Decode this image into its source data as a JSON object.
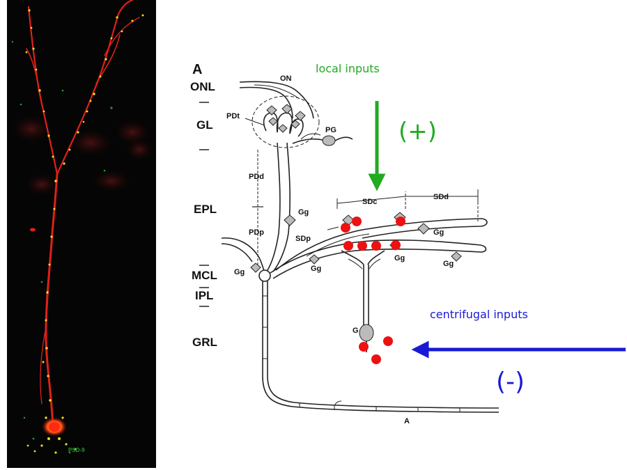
{
  "micrograph": {
    "scale_label": "PSD-9",
    "colors": {
      "background": "#050505",
      "dendrite": "#e0201a",
      "puncta": "#e8e020",
      "green_dots": "#2a9a30"
    }
  },
  "diagram": {
    "panel_letter": "A",
    "layers": [
      "ONL",
      "GL",
      "EPL",
      "MCL",
      "IPL",
      "GRL"
    ],
    "labels": {
      "on": "ON",
      "pdt": "PDt",
      "pg": "PG",
      "pdd": "PDd",
      "pdp": "PDp",
      "gg": "Gg",
      "sdc": "SDc",
      "sdd": "SDd",
      "sdp": "SDp",
      "g": "G",
      "axon": "A"
    }
  },
  "annotations": {
    "local": {
      "text": "local inputs",
      "sign": "(+)",
      "color": "#22aa22"
    },
    "centrifugal": {
      "text": "centrifugal inputs",
      "sign": "(-)",
      "color": "#1a1ad6"
    },
    "synapse_dot_color": "#ee1111"
  }
}
